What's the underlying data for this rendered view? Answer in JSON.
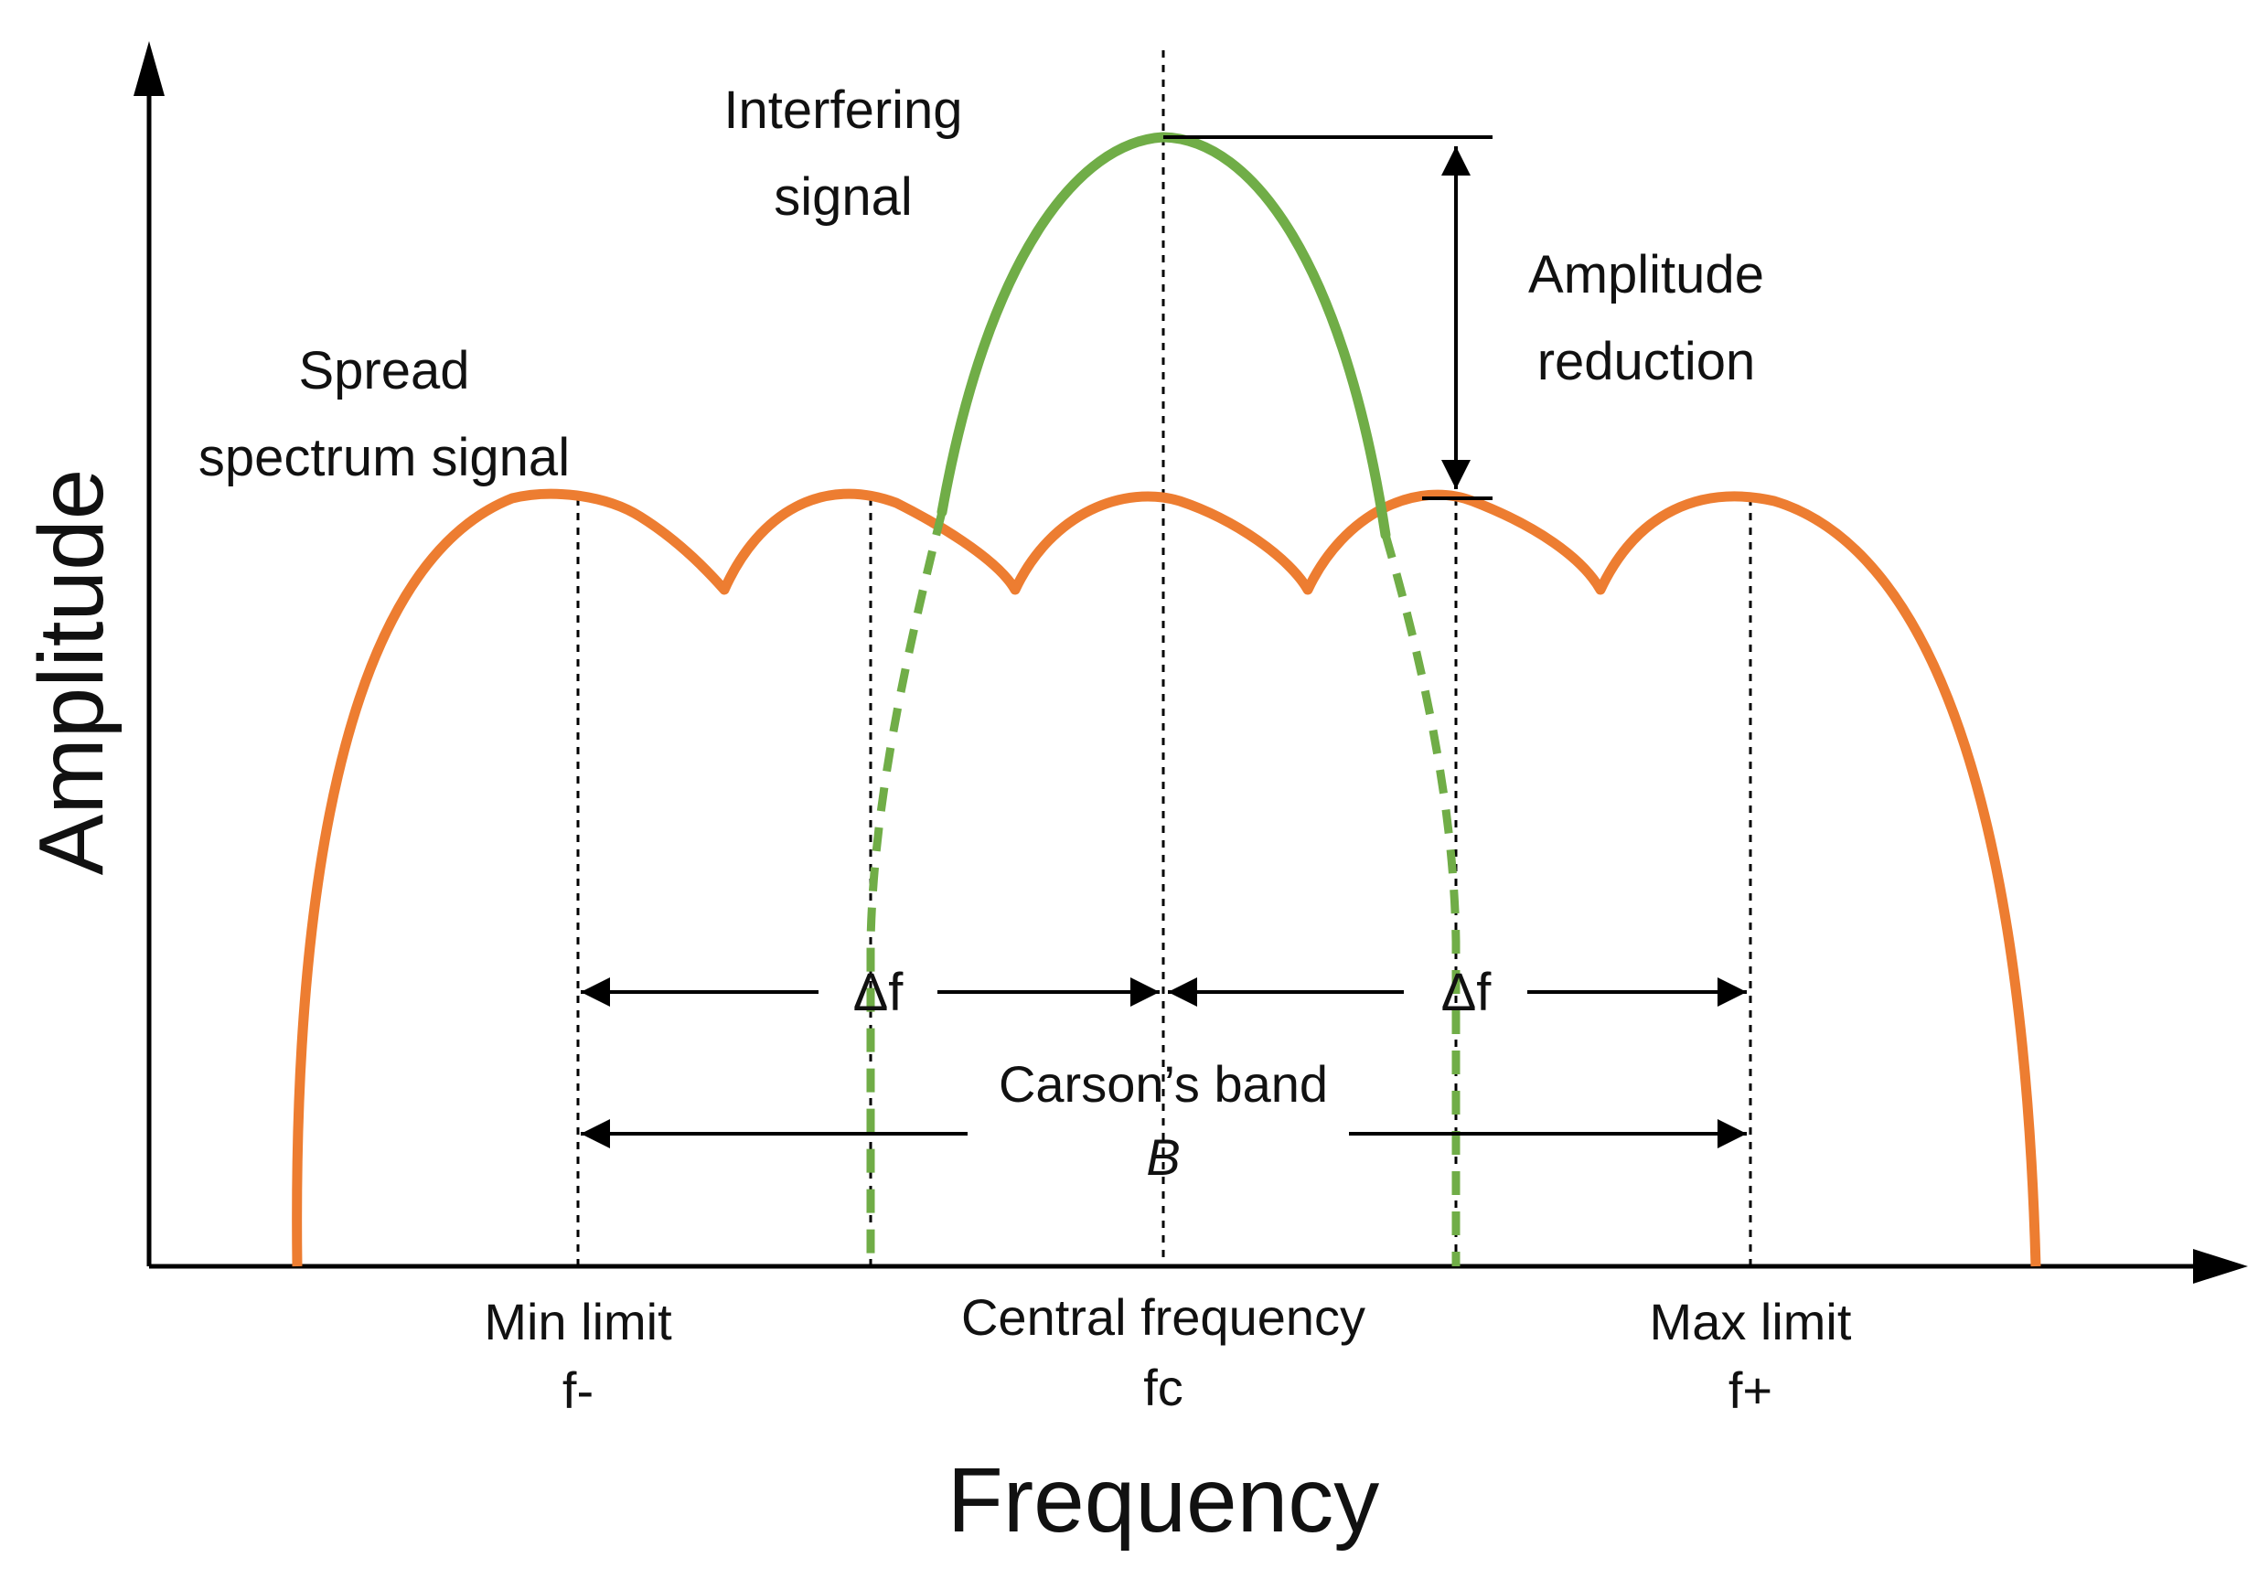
{
  "labels": {
    "amplitude_axis": "Amplitude",
    "frequency_axis": "Frequency",
    "spread_line1": "Spread",
    "spread_line2": "spectrum signal",
    "interfering_line1": "Interfering",
    "interfering_line2": "signal",
    "reduction_line1": "Amplitude",
    "reduction_line2": "reduction",
    "delta_left": "Δf",
    "delta_right": "Δf",
    "carson": "Carson’s band",
    "carson_symbol": "B",
    "min_limit": "Min limit",
    "min_symbol": "f-",
    "central": "Central frequency",
    "central_symbol": "fc",
    "max_limit": "Max limit",
    "max_symbol": "f+"
  },
  "colors": {
    "spread_signal": "#ED7D31",
    "interfering_signal": "#70AD47",
    "axes": "#000000"
  }
}
